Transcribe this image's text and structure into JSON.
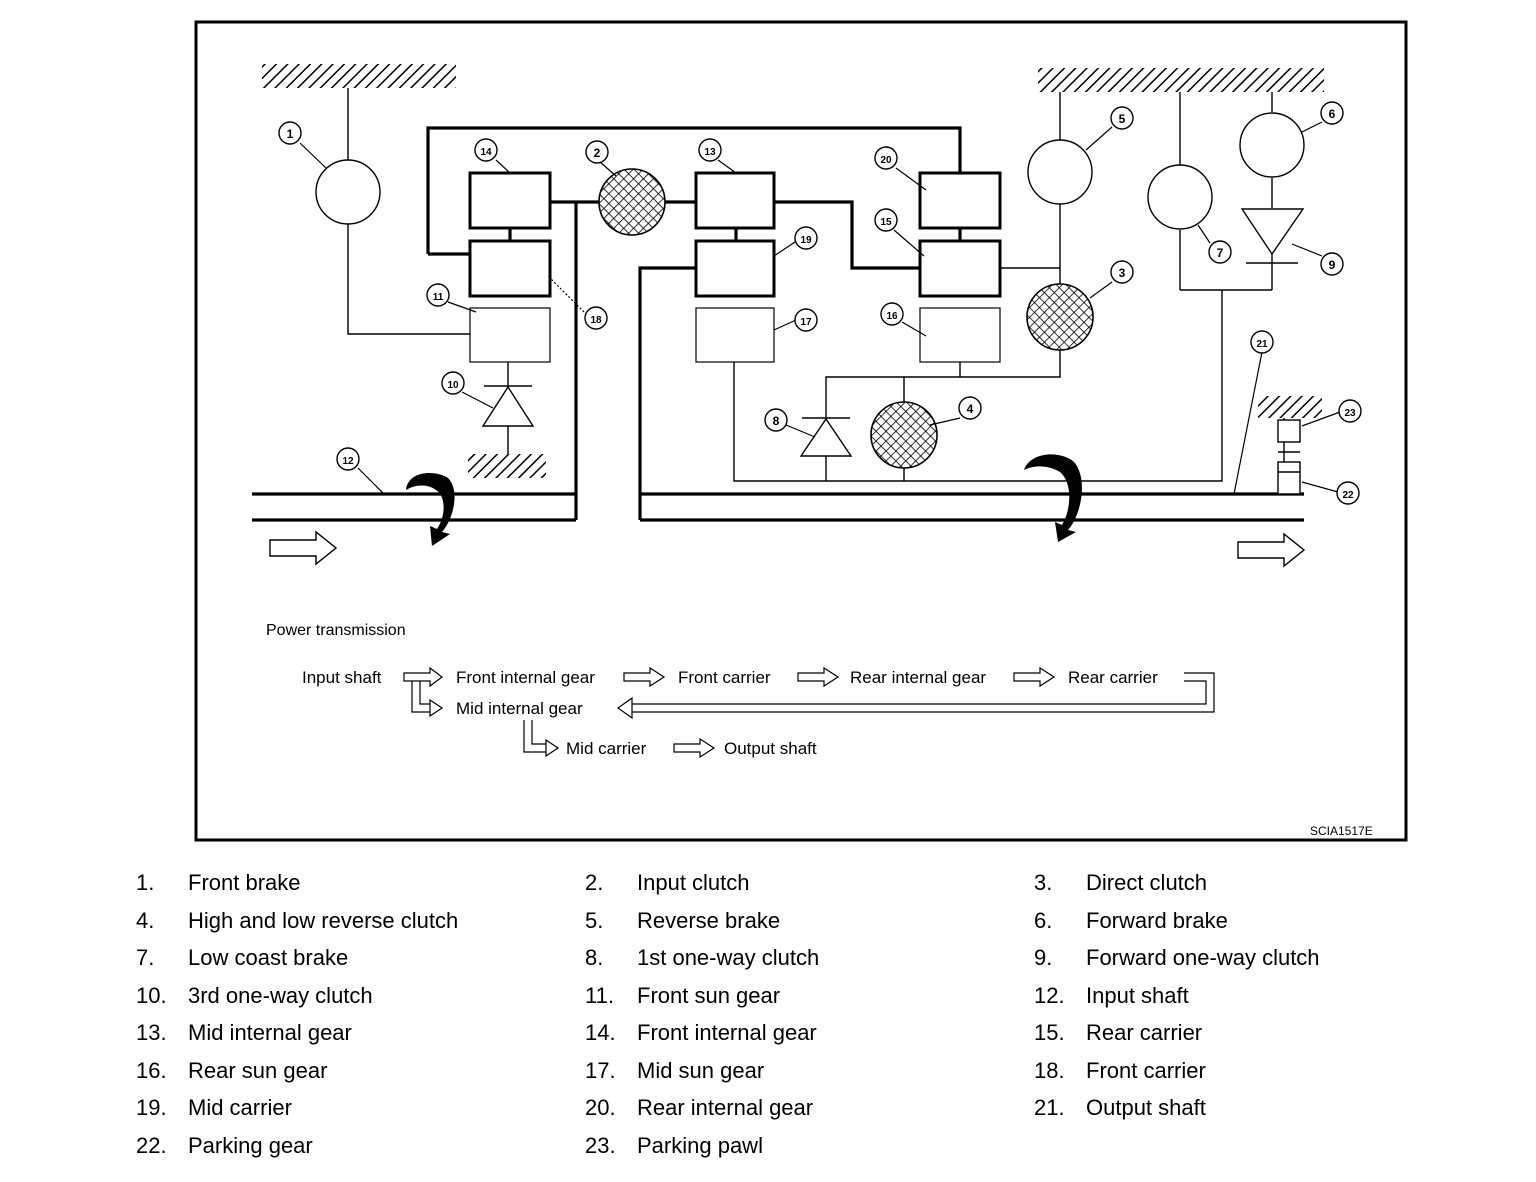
{
  "diagram": {
    "caption": "Power transmission",
    "figure_code": "SCIA1517E",
    "callouts": [
      "1",
      "2",
      "3",
      "4",
      "5",
      "6",
      "7",
      "8",
      "9",
      "10",
      "11",
      "12",
      "13",
      "14",
      "15",
      "16",
      "17",
      "18",
      "19",
      "20",
      "21",
      "22",
      "23"
    ],
    "flow": {
      "row1": [
        "Input shaft",
        "Front internal gear",
        "Front carrier",
        "Rear internal gear",
        "Rear carrier"
      ],
      "row2": [
        "Mid internal gear"
      ],
      "row3": [
        "Mid carrier",
        "Output shaft"
      ]
    }
  },
  "legend": [
    {
      "num": "1.",
      "label": "Front brake"
    },
    {
      "num": "2.",
      "label": "Input clutch"
    },
    {
      "num": "3.",
      "label": "Direct clutch"
    },
    {
      "num": "4.",
      "label": "High and low reverse clutch"
    },
    {
      "num": "5.",
      "label": "Reverse brake"
    },
    {
      "num": "6.",
      "label": "Forward brake"
    },
    {
      "num": "7.",
      "label": "Low coast brake"
    },
    {
      "num": "8.",
      "label": "1st one-way clutch"
    },
    {
      "num": "9.",
      "label": "Forward one-way clutch"
    },
    {
      "num": "10.",
      "label": "3rd one-way clutch"
    },
    {
      "num": "11.",
      "label": "Front sun gear"
    },
    {
      "num": "12.",
      "label": "Input shaft"
    },
    {
      "num": "13.",
      "label": "Mid internal gear"
    },
    {
      "num": "14.",
      "label": "Front internal gear"
    },
    {
      "num": "15.",
      "label": "Rear carrier"
    },
    {
      "num": "16.",
      "label": "Rear sun gear"
    },
    {
      "num": "17.",
      "label": "Mid sun gear"
    },
    {
      "num": "18.",
      "label": "Front carrier"
    },
    {
      "num": "19.",
      "label": "Mid carrier"
    },
    {
      "num": "20.",
      "label": "Rear internal gear"
    },
    {
      "num": "21.",
      "label": "Output shaft"
    },
    {
      "num": "22.",
      "label": "Parking gear"
    },
    {
      "num": "23.",
      "label": "Parking pawl"
    }
  ]
}
